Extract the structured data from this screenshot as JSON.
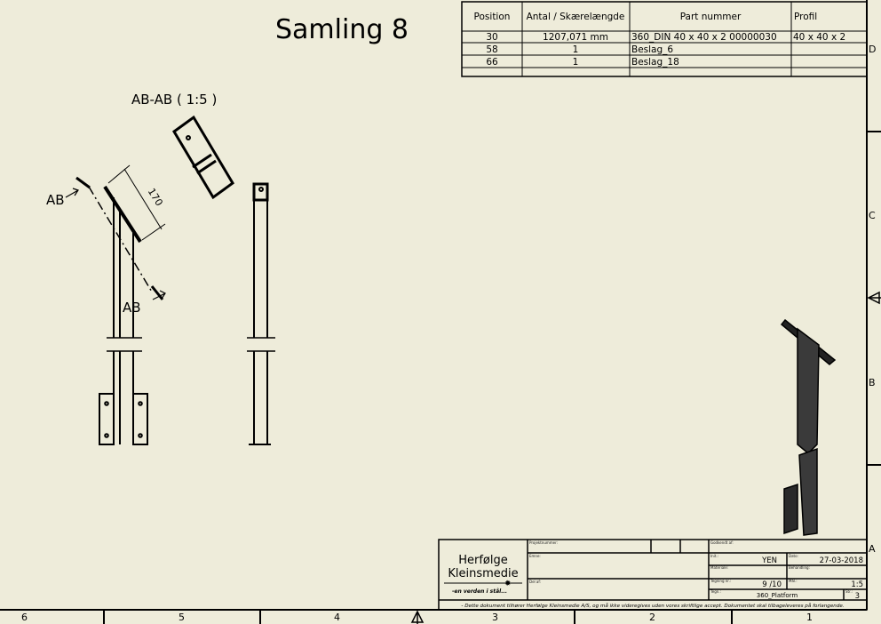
{
  "title": "Samling 8",
  "section_label": "AB-AB ( 1:5 )",
  "section_marks": {
    "left": "AB",
    "right": "AB"
  },
  "dimension": "170",
  "parts_table": {
    "headers": [
      "Position",
      "Antal / Skærelængde",
      "Part nummer",
      "Profil"
    ],
    "rows": [
      [
        "30",
        "1207,071 mm",
        "360_DIN 40 x 40 x 2 00000030",
        "40 x 40 x 2"
      ],
      [
        "58",
        "1",
        "Beslag_6",
        ""
      ],
      [
        "66",
        "1",
        "Beslag_18",
        ""
      ]
    ]
  },
  "zones": {
    "rows": [
      "D",
      "C",
      "B",
      "A"
    ],
    "columns": [
      "6",
      "5",
      "4",
      "3",
      "2",
      "1"
    ]
  },
  "title_block": {
    "logo_line1": "Herfølge",
    "logo_line2": "Kleinsmedie",
    "logo_slogan": "-en verden i stål...",
    "initials": "YEN",
    "date": "27-03-2018",
    "sheet": "9 /10",
    "scale": "1:5",
    "drawing": "360_Platform",
    "size": "3",
    "disclaimer": "- Dette dokument tilhører Herfølge Kleinsmedie A/S, og må ikke videregives uden vores skriftlige accept. Dokumentet skal tilbageleveres på forlangende."
  }
}
